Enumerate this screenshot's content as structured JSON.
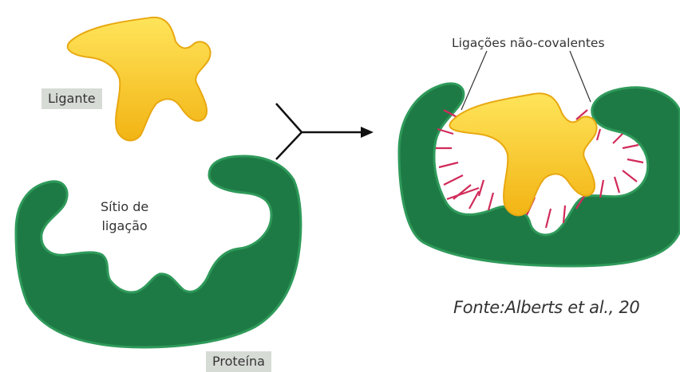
{
  "labels": {
    "ligante": "Ligante",
    "sitio_line1": "Sítio de",
    "sitio_line2": "ligação",
    "proteina": "Proteína",
    "ligacoes": "Ligações não-covalentes",
    "fonte": "Fonte:Alberts et al., 20"
  },
  "colors": {
    "protein_fill": "#1e7a45",
    "protein_edge": "#2f9a5a",
    "ligand_fill": "#f6c21c",
    "ligand_highlight": "#ffe45a",
    "bond": "#d12b5a",
    "label_box": "#d7dbd6"
  }
}
